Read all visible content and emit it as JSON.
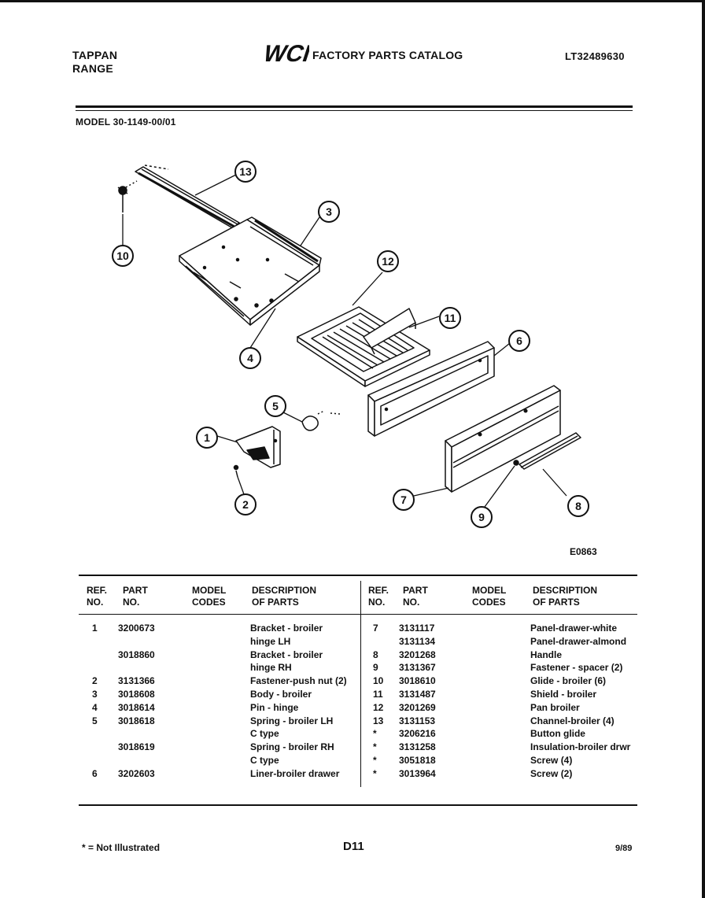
{
  "header": {
    "brand_line1": "TAPPAN",
    "brand_line2": "RANGE",
    "logo_text": "WCI",
    "catalog_title": "FACTORY PARTS CATALOG",
    "catalog_code": "LT32489630",
    "model": "MODEL 30-1149-00/01"
  },
  "diagram": {
    "figure_code": "E0863",
    "callouts": [
      "13",
      "3",
      "10",
      "12",
      "11",
      "4",
      "6",
      "5",
      "1",
      "2",
      "7",
      "9",
      "8"
    ]
  },
  "table": {
    "headers": {
      "ref": [
        "REF.",
        "NO."
      ],
      "part": [
        "PART",
        "NO."
      ],
      "model": [
        "MODEL",
        "CODES"
      ],
      "desc": [
        "DESCRIPTION",
        "OF PARTS"
      ]
    },
    "left": {
      "ref": [
        "1",
        "",
        "",
        "",
        "2",
        "3",
        "4",
        "5",
        "",
        "",
        "",
        "6"
      ],
      "part": [
        "3200673",
        "",
        "3018860",
        "",
        "3131366",
        "3018608",
        "3018614",
        "3018618",
        "",
        "3018619",
        "",
        "3202603"
      ],
      "desc": [
        "Bracket - broiler",
        "hinge LH",
        "Bracket - broiler",
        "hinge RH",
        "Fastener-push nut (2)",
        "Body - broiler",
        "Pin - hinge",
        "Spring - broiler LH",
        "C type",
        "Spring - broiler RH",
        "C type",
        "Liner-broiler drawer"
      ]
    },
    "right": {
      "ref": [
        "7",
        "",
        "8",
        "9",
        "10",
        "11",
        "12",
        "13",
        "*",
        "*",
        "*",
        "*"
      ],
      "part": [
        "3131117",
        "3131134",
        "3201268",
        "3131367",
        "3018610",
        "3131487",
        "3201269",
        "3131153",
        "3206216",
        "3131258",
        "3051818",
        "3013964"
      ],
      "desc": [
        "Panel-drawer-white",
        "Panel-drawer-almond",
        "Handle",
        "Fastener - spacer (2)",
        "Glide - broiler (6)",
        "Shield - broiler",
        "Pan broiler",
        "Channel-broiler (4)",
        "Button glide",
        "Insulation-broiler drwr",
        "Screw (4)",
        "Screw (2)"
      ]
    }
  },
  "footer": {
    "note": "* = Not Illustrated",
    "page": "D11",
    "date": "9/89"
  }
}
